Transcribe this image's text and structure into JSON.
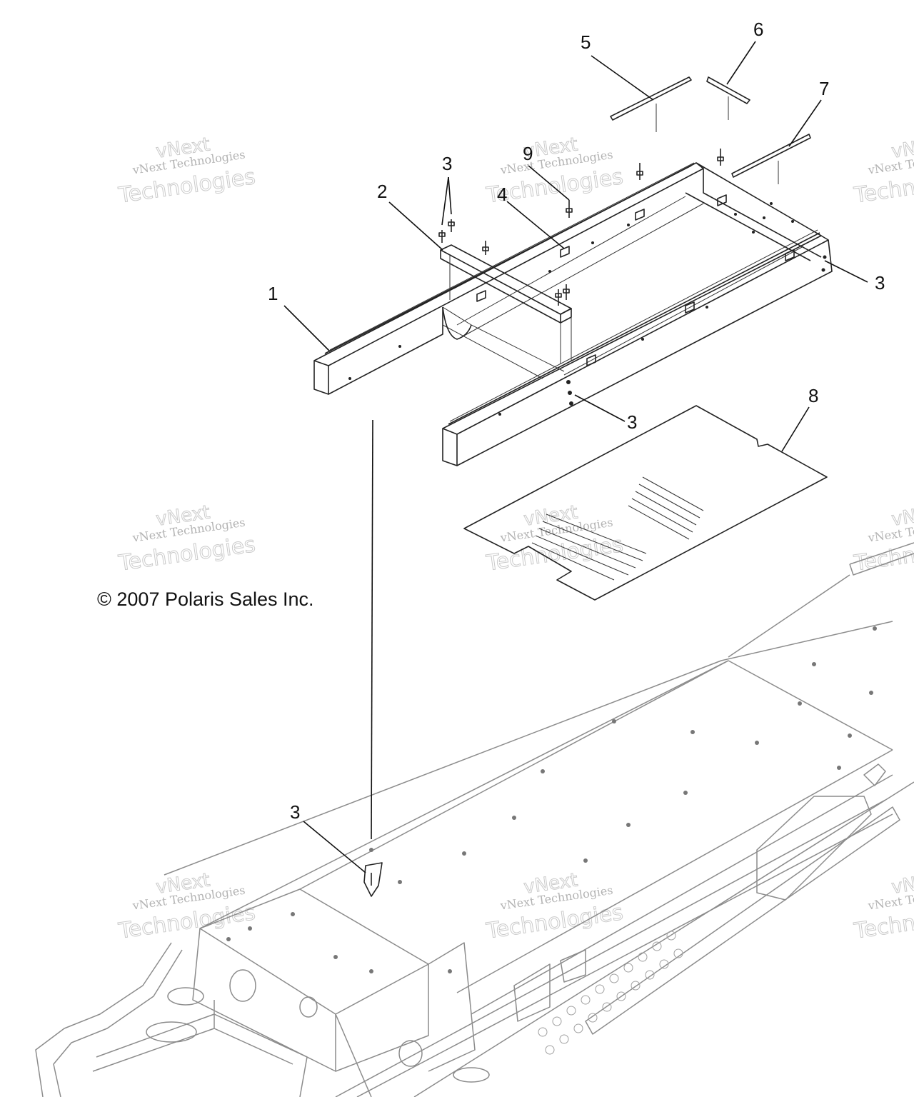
{
  "diagram": {
    "copyright": "© 2007 Polaris Sales Inc.",
    "callouts": [
      "1",
      "2",
      "3",
      "3",
      "3",
      "3",
      "3",
      "4",
      "5",
      "6",
      "7",
      "8",
      "9"
    ],
    "watermark": {
      "line1": "vNext",
      "line2": "vNext Technologies",
      "line3": "Technologies",
      "partial_line2": "vNext Te",
      "partial_line3": "Techn"
    }
  }
}
